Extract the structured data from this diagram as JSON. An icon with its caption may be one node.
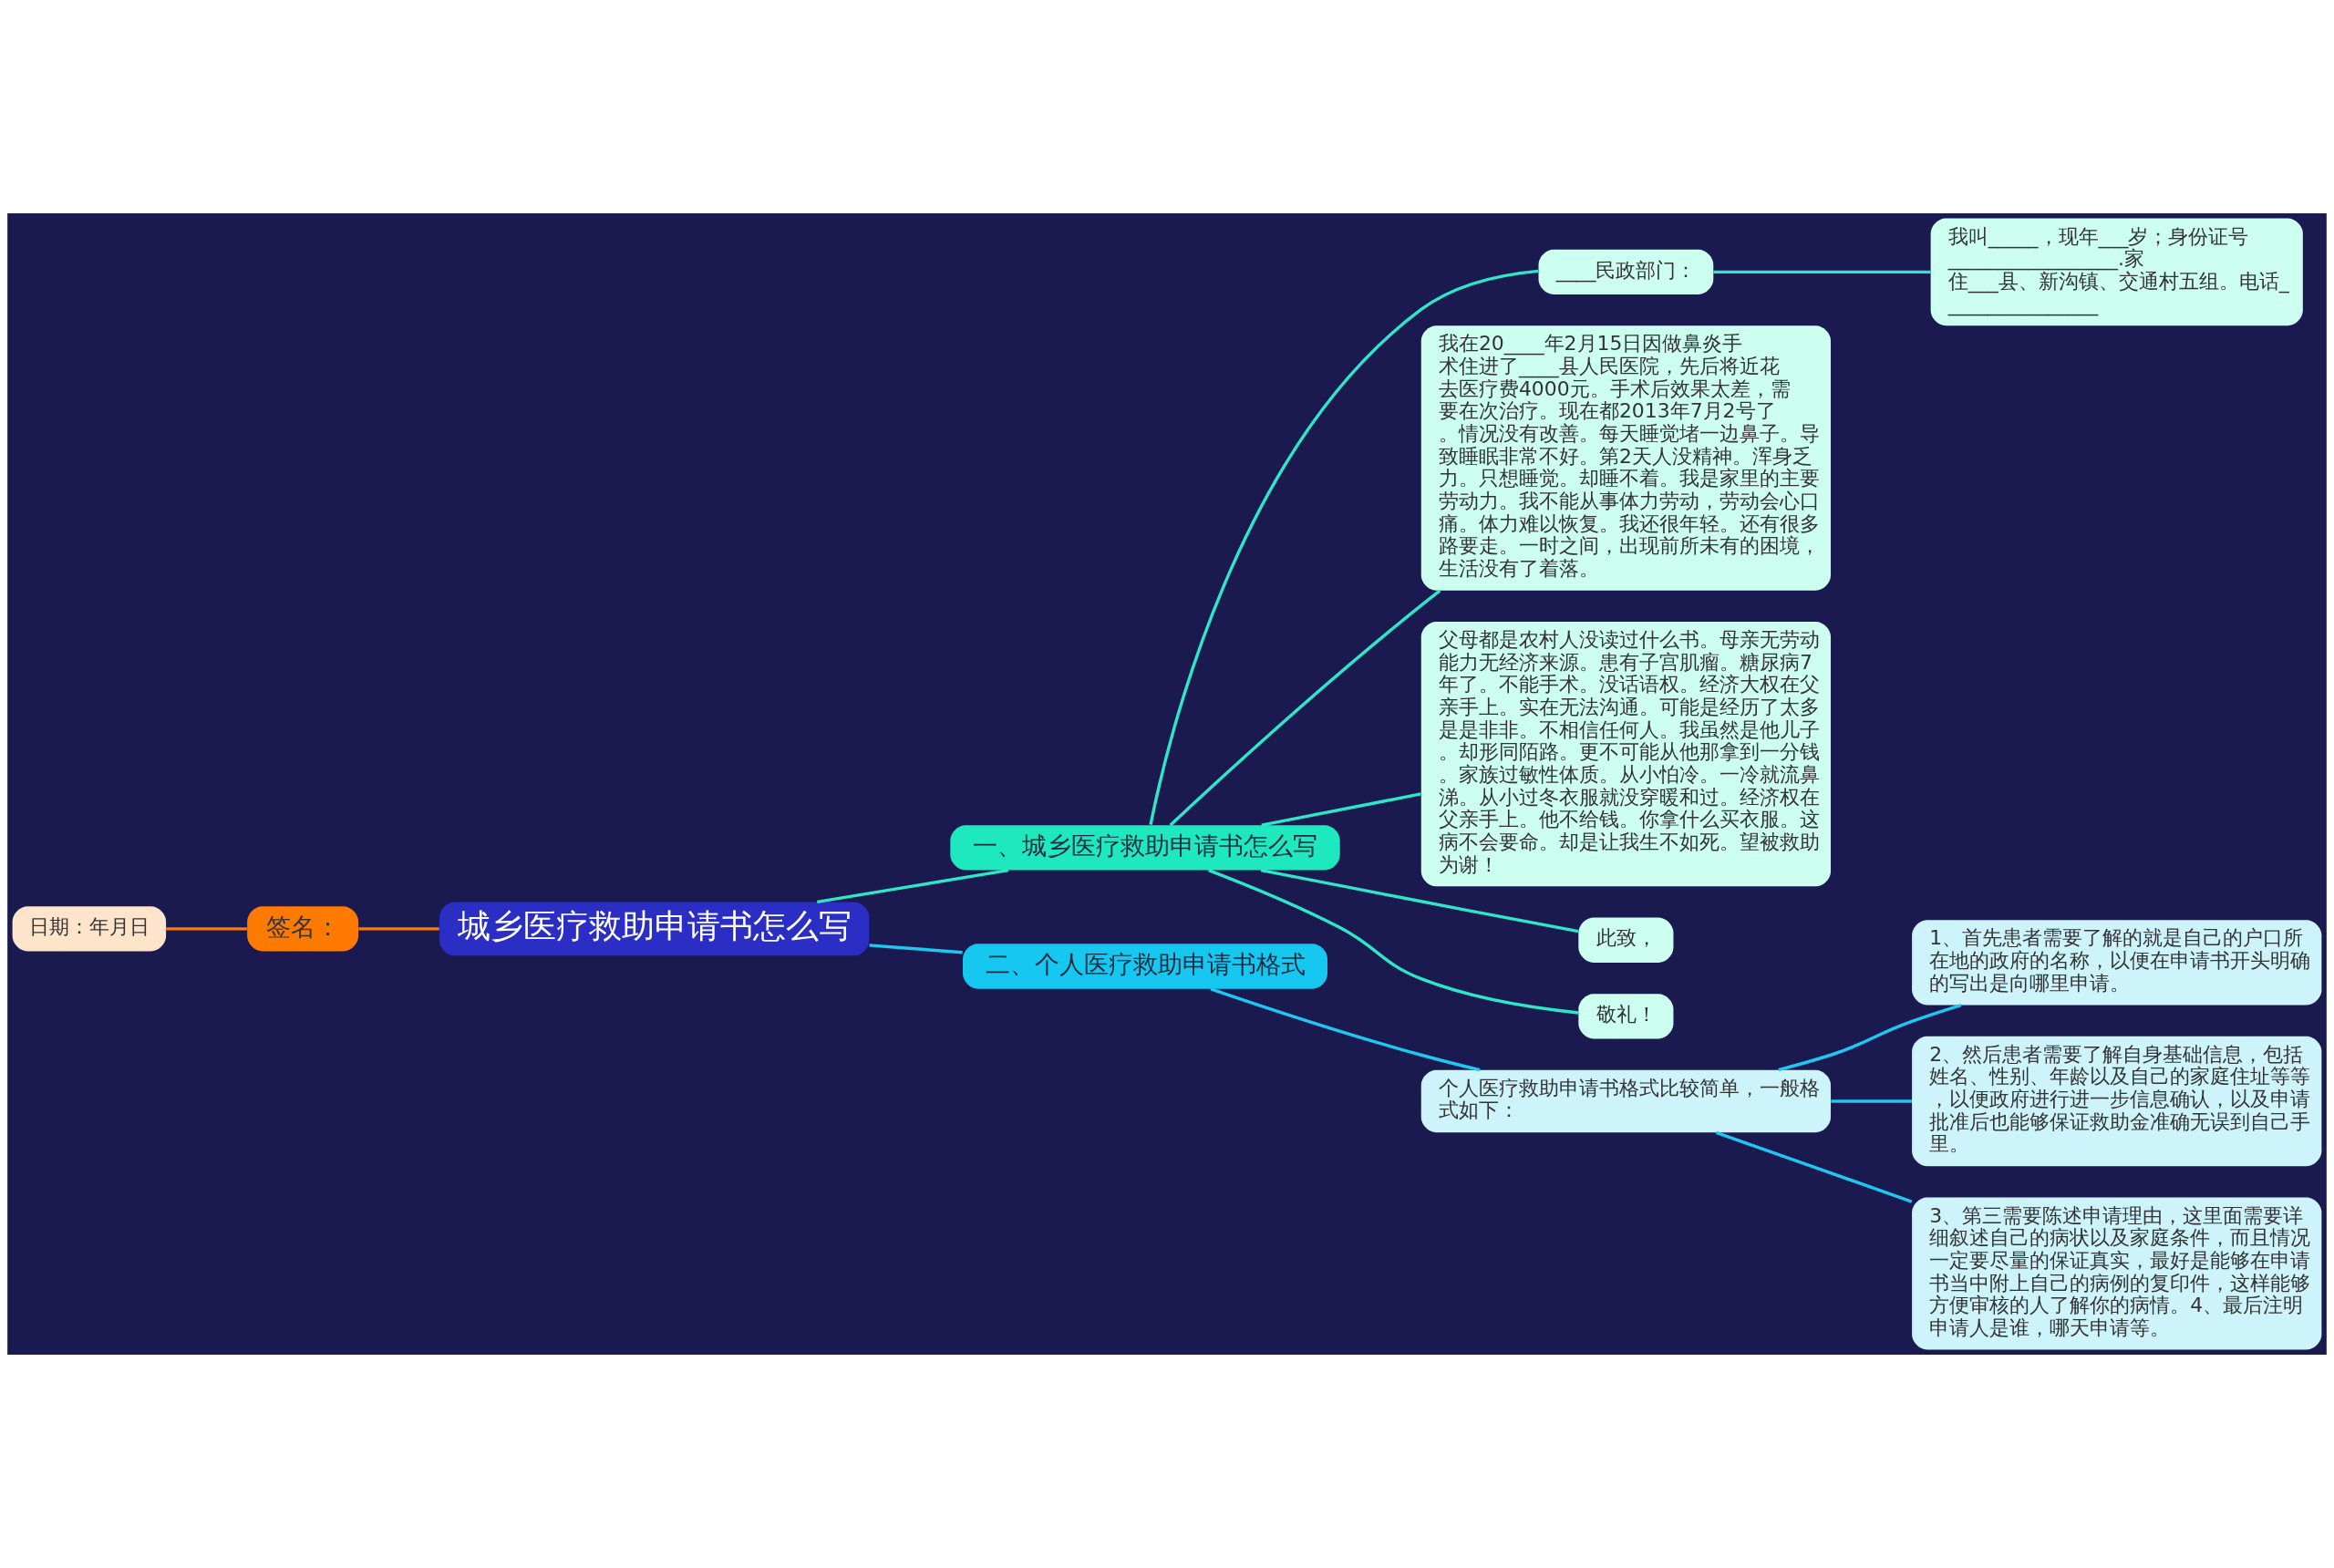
{
  "diagram": {
    "nodes": [
      {
        "text": [
          "城乡医疗救助申请书怎么写"
        ]
      },
      {
        "text": [
          "签名："
        ]
      },
      {
        "text": [
          "日期：年月日"
        ]
      },
      {
        "text": [
          "一、城乡医疗救助申请书怎么写"
        ]
      },
      {
        "text": [
          "____民政部门："
        ]
      },
      {
        "text": [
          "我叫_____，现年___岁；身份证号_________________.家住___县、新沟镇、交通村五组。电话________________"
        ]
      },
      {
        "text": [
          "我在20____年2月15日因做鼻炎手术住进了____县人民医院，先后将近花去医疗费4000元。手术后效果太差，需要在次治疗。现在都2013年7月2号了。情况没有改善。每天睡觉堵一边鼻子。导致睡眠非常不好。第2天人没精神。浑身乏力。只想睡觉。却睡不着。我是家里的主要劳动力。我不能从事体力劳动，劳动会心口痛。体力难以恢复。我还很年轻。还有很多路要走。一时之间，出现前所未有的困境，生活没有了着落。"
        ]
      },
      {
        "text": [
          "父母都是农村人没读过什么书。母亲无劳动能力无经济来源。患有子宫肌瘤。糖尿病7年了。不能手术。没话语权。经济大权在父亲手上。实在无法沟通。可能是经历了太多是是非非。不相信任何人。我虽然是他儿子。却形同陌路。更不可能从他那拿到一分钱。家族过敏性体质。从小怕冷。一冷就流鼻涕。从小过冬衣服就没穿暖和过。经济权在父亲手上。他不给钱。你拿什么买衣服。这病不会要命。却是让我生不如死。望被救助为谢！"
        ]
      },
      {
        "text": [
          "此致，"
        ]
      },
      {
        "text": [
          "敬礼！"
        ]
      },
      {
        "text": [
          "二、个人医疗救助申请书格式"
        ]
      },
      {
        "text": [
          "个人医疗救助申请书格式比较简单，一般格式如下："
        ]
      },
      {
        "text": [
          "1、首先患者需要了解的就是自己的户口所在地的政府的名称，以便在申请书开头明确的写出是向哪里申请。"
        ]
      },
      {
        "text": [
          "2、然后患者需要了解自身基础信息，包括姓名、性别、年龄以及自己的家庭住址等等，以便政府进行进一步信息确认，以及申请批准后也能够保证救助金准确无误到自己手里。"
        ]
      },
      {
        "text": [
          "3、第三需要陈述申请理由，这里面需要详细叙述自己的病状以及家庭条件，而且情况一定要尽量的保证真实，最好是能够在申请书当中附上自己的病例的复印件，这样能够方便审核的人了解你的病情。4、最后注明申请人是谁，哪天申请等。"
        ]
      }
    ],
    "edges": [
      {
        "from": 2,
        "to": 1,
        "arrow": "none",
        "color": "#ff7b00"
      },
      {
        "from": 1,
        "to": 0,
        "arrow": "none",
        "color": "#ff7b00"
      },
      {
        "from": 0,
        "to": 3,
        "arrow": "none"
      },
      {
        "from": 3,
        "to": 4,
        "arrow": "none"
      },
      {
        "from": 4,
        "to": 5,
        "arrow": "none"
      },
      {
        "from": 3,
        "to": 6,
        "arrow": "none"
      },
      {
        "from": 3,
        "to": 7,
        "arrow": "none"
      },
      {
        "from": 3,
        "to": 8,
        "arrow": "none"
      },
      {
        "from": 3,
        "to": 9,
        "arrow": "none"
      },
      {
        "from": 0,
        "to": 10,
        "arrow": "none",
        "color": "#1ec8f0"
      },
      {
        "from": 10,
        "to": 11,
        "arrow": "none",
        "color": "#1ec8f0"
      },
      {
        "from": 11,
        "to": 12,
        "arrow": "none",
        "color": "#1ec8f0"
      },
      {
        "from": 11,
        "to": 13,
        "arrow": "none",
        "color": "#1ec8f0"
      },
      {
        "from": 11,
        "to": 14,
        "arrow": "none",
        "color": "#1ec8f0"
      }
    ]
  }
}
